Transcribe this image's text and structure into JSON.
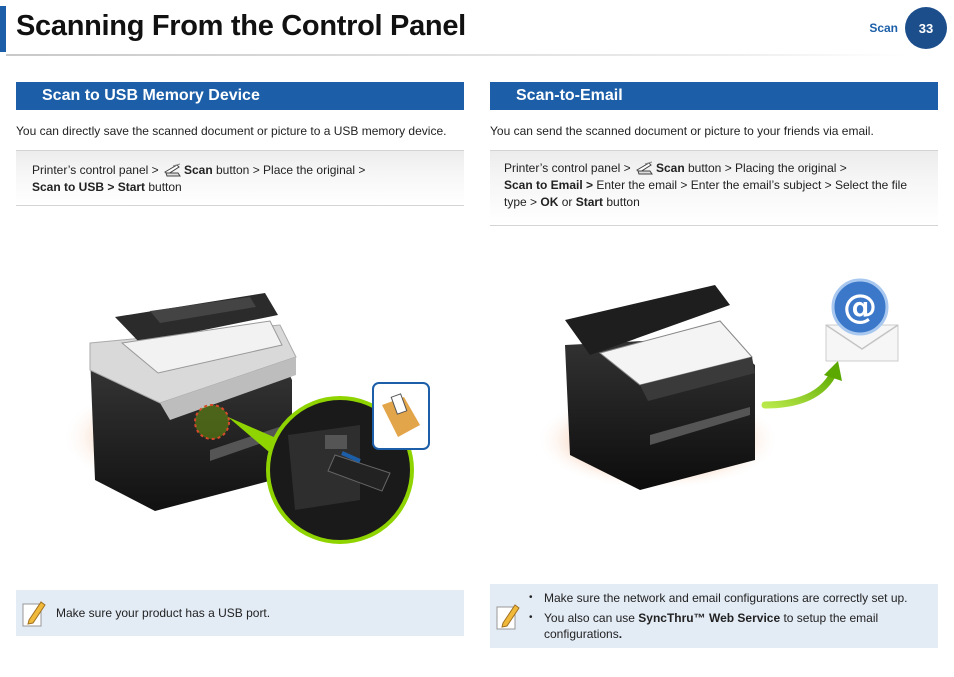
{
  "header": {
    "title": "Scanning From the Control Panel",
    "section": "Scan",
    "page_number": "33"
  },
  "left": {
    "heading": "Scan to USB Memory Device",
    "intro": "You can directly save the scanned document or picture to a USB memory device.",
    "steps": {
      "p1": "Printer’s control panel > ",
      "scan": "Scan",
      "p2": " button > Place the original > ",
      "target": "Scan to USB > Start",
      "p3": " button"
    },
    "note": "Make sure your product has a USB port."
  },
  "right": {
    "heading": "Scan-to-Email",
    "intro": "You can send the scanned document or picture to your friends via email.",
    "steps": {
      "p1": "Printer’s control panel > ",
      "scan": "Scan",
      "p2": " button > Placing the original > ",
      "target": "Scan to Email >",
      "p3": " Enter the email > Enter the email’s subject > Select the file type > ",
      "ok": "OK",
      "p4": " or ",
      "start": "Start",
      "p5": " button"
    },
    "notes": {
      "n1": "Make sure the network and email configurations are correctly set up.",
      "n2_pre": "You also can use ",
      "n2_bold": "SyncThru™ Web Service",
      "n2_post": " to setup the email configurations",
      "n2_end": "."
    }
  },
  "icons": {
    "scan": "scanner-icon",
    "note": "note-pencil-icon",
    "email": "email-at-icon",
    "usb_folder": "usb-folder-icon"
  },
  "colors": {
    "accent": "#1c5fa8",
    "badge": "#1c4e8c",
    "note_bg": "#e3ebf5",
    "highlight_green": "#8fd400"
  }
}
